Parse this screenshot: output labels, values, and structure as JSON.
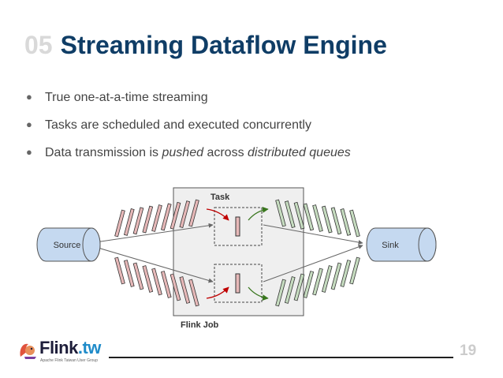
{
  "slide": {
    "number_prefix": "05",
    "title": "Streaming Dataflow Engine",
    "page_number": "19"
  },
  "bullets": [
    {
      "segments": [
        {
          "text": "True one-at-a-time streaming",
          "italic": false
        }
      ]
    },
    {
      "segments": [
        {
          "text": "Tasks are scheduled and executed concurrently",
          "italic": false
        }
      ]
    },
    {
      "segments": [
        {
          "text": "Data transmission is ",
          "italic": false
        },
        {
          "text": "pushed",
          "italic": true
        },
        {
          "text": " across ",
          "italic": false
        },
        {
          "text": "distributed queues",
          "italic": true
        }
      ]
    }
  ],
  "diagram": {
    "source_label": "Source",
    "sink_label": "Sink",
    "task_label": "Task",
    "job_label": "Flink Job",
    "colors": {
      "queue_in": "#e6b8b8",
      "queue_out": "#c6dcc0",
      "cylinder": "#c5d9f0",
      "job_box": "#efefef",
      "arrow_in": "#c00000",
      "arrow_out": "#38761d"
    }
  },
  "logo": {
    "brand": "Flink",
    "tld": ".tw",
    "tagline": "Apache Flink Taiwan User Group"
  }
}
